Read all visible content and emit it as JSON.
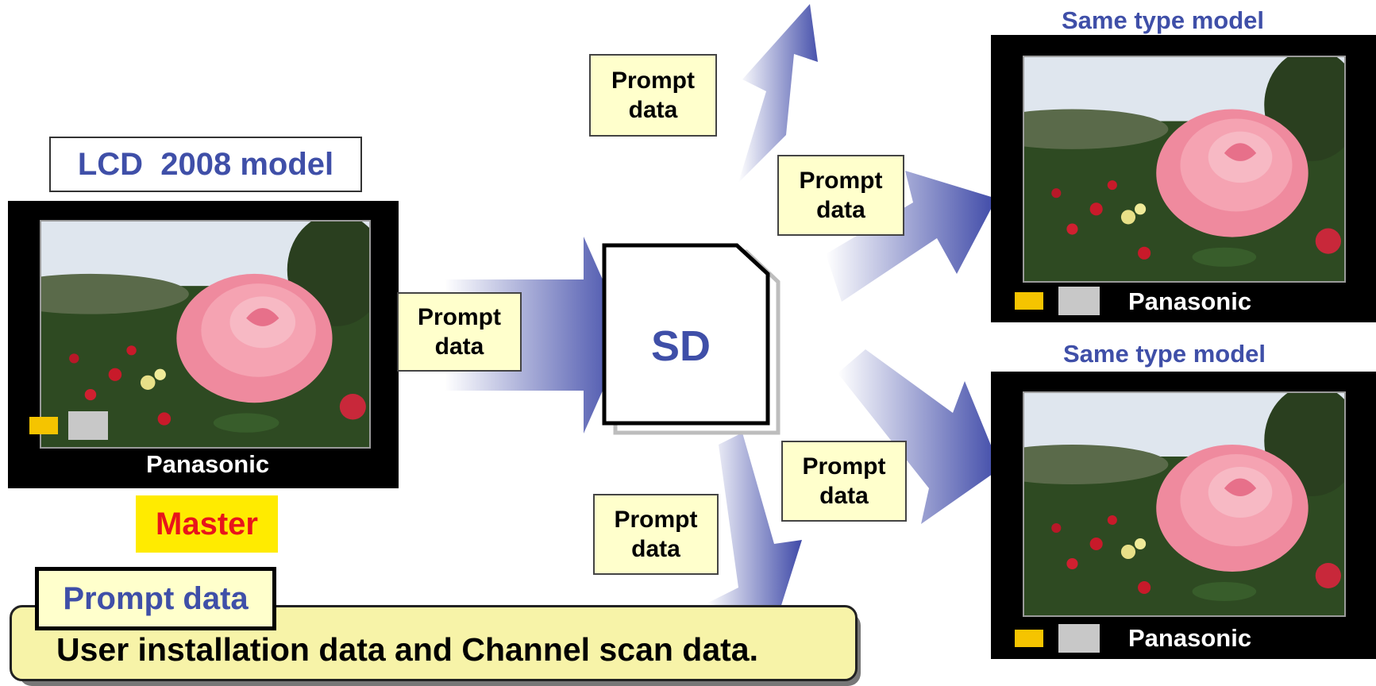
{
  "master_tv": {
    "title": "LCD  2008 model",
    "brand": "Panasonic",
    "role": "Master"
  },
  "target_tvs": [
    {
      "label": "Same type model",
      "brand": "Panasonic"
    },
    {
      "label": "Same type model",
      "brand": "Panasonic"
    }
  ],
  "sd_card": {
    "label": "SD"
  },
  "transfer_labels": [
    {
      "line1": "Prompt",
      "line2": "data"
    },
    {
      "line1": "Prompt",
      "line2": "data"
    },
    {
      "line1": "Prompt",
      "line2": "data"
    },
    {
      "line1": "Prompt",
      "line2": "data"
    },
    {
      "line1": "Prompt",
      "line2": "data"
    }
  ],
  "legend": {
    "heading": "Prompt data",
    "description": "User installation data and Channel scan data."
  },
  "colors": {
    "arrow": "#3f4aa8",
    "label_fill": "#ffffcc",
    "title_text": "#3f4fa8",
    "master_text": "#e8141b",
    "master_fill": "#ffeb00",
    "legend_fill": "#f7f3a8"
  },
  "icons": [
    "rose-photo-icon",
    "sd-card-icon",
    "arrow-icon"
  ]
}
